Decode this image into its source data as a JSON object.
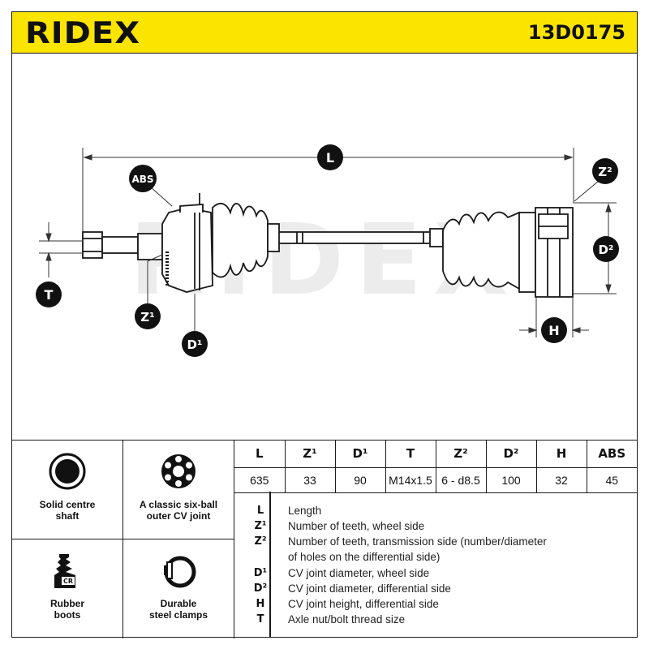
{
  "header": {
    "logo_text": "RIDEX",
    "part_number": "13D0175",
    "background_color": "#fbe400"
  },
  "diagram": {
    "watermark_text": "RIDEX",
    "callouts": {
      "L": "L",
      "ABS": "ABS",
      "Z2": "Z²",
      "D2": "D²",
      "T": "T",
      "Z1": "Z¹",
      "D1": "D¹",
      "H": "H"
    }
  },
  "features": [
    {
      "label_line1": "Solid centre",
      "label_line2": "shaft",
      "icon": "solid-shaft-icon"
    },
    {
      "label_line1": "A classic six-ball",
      "label_line2": "outer CV joint",
      "icon": "six-ball-joint-icon"
    },
    {
      "label_line1": "Rubber",
      "label_line2": "boots",
      "icon": "rubber-boot-icon",
      "icon_text": "CR"
    },
    {
      "label_line1": "Durable",
      "label_line2": "steel clamps",
      "icon": "steel-clamp-icon"
    }
  ],
  "spec_table": {
    "headers": [
      "L",
      "Z¹",
      "D¹",
      "T",
      "Z²",
      "D²",
      "H",
      "ABS"
    ],
    "values": [
      "635",
      "33",
      "90",
      "M14x1.5",
      "6 - d8.5",
      "100",
      "32",
      "45"
    ]
  },
  "legend": [
    {
      "symbol": "L",
      "description": "Length"
    },
    {
      "symbol": "Z¹",
      "description": "Number of teeth, wheel side"
    },
    {
      "symbol": "Z²",
      "description": "Number of teeth, transmission side (number/diameter"
    },
    {
      "symbol": "",
      "description": "of holes on the differential side)"
    },
    {
      "symbol": "D¹",
      "description": "CV joint diameter, wheel side"
    },
    {
      "symbol": "D²",
      "description": "CV joint diameter, differential side"
    },
    {
      "symbol": "H",
      "description": "CV joint height, differential side"
    },
    {
      "symbol": "T",
      "description": "Axle nut/bolt thread size"
    }
  ]
}
